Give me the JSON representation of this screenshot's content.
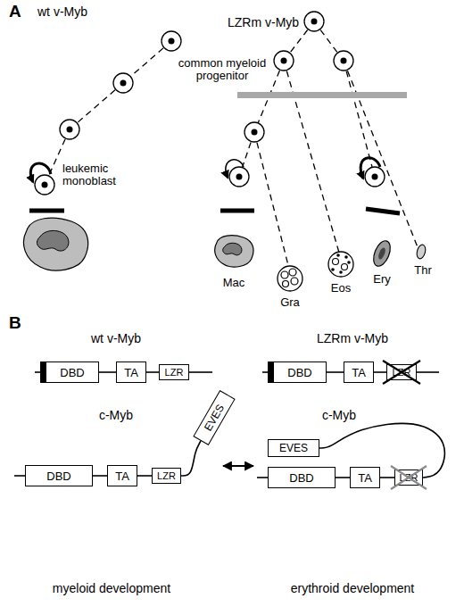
{
  "diagram": {
    "nodes": [
      {
        "text": [
          "DBD"
        ]
      },
      {
        "text": [
          "TA"
        ]
      },
      {
        "text": [
          "LZR"
        ]
      },
      {
        "text": [
          "DBD"
        ]
      },
      {
        "text": [
          "TA"
        ]
      },
      {
        "text": [
          "LZR"
        ]
      },
      {
        "text": [
          "EVES"
        ]
      },
      {
        "text": [
          "DBD"
        ]
      },
      {
        "text": [
          "TA"
        ]
      },
      {
        "text": [
          "LZR"
        ]
      },
      {
        "text": [
          "EVES"
        ]
      },
      {
        "text": [
          "DBD"
        ]
      },
      {
        "text": [
          "TA"
        ]
      },
      {
        "text": [
          "LZR"
        ]
      }
    ],
    "edges": [
      {
        "from": 0,
        "to": 1,
        "arrow": "none"
      },
      {
        "from": 1,
        "to": 2,
        "arrow": "none"
      },
      {
        "from": 3,
        "to": 4,
        "arrow": "none"
      },
      {
        "from": 4,
        "to": 5,
        "arrow": "none"
      },
      {
        "from": 7,
        "to": 8,
        "arrow": "none"
      },
      {
        "from": 8,
        "to": 9,
        "arrow": "none"
      },
      {
        "from": 9,
        "to": 6,
        "arrow": "none"
      },
      {
        "from": 11,
        "to": 12,
        "arrow": "none"
      },
      {
        "from": 12,
        "to": 13,
        "arrow": "none"
      },
      {
        "from": 13,
        "to": 10,
        "arrow": "none"
      }
    ],
    "labels": [
      "A",
      "wt v-Myb",
      "common myeloid progenitor",
      "LZRm v-Myb",
      "leukemic monoblast",
      "Mac",
      "Gra",
      "Eos",
      "Ery",
      "Thr",
      "B",
      "wt v-Myb",
      "LZRm v-Myb",
      "c-Myb",
      "c-Myb",
      "myeloid development",
      "erythroid development"
    ]
  }
}
